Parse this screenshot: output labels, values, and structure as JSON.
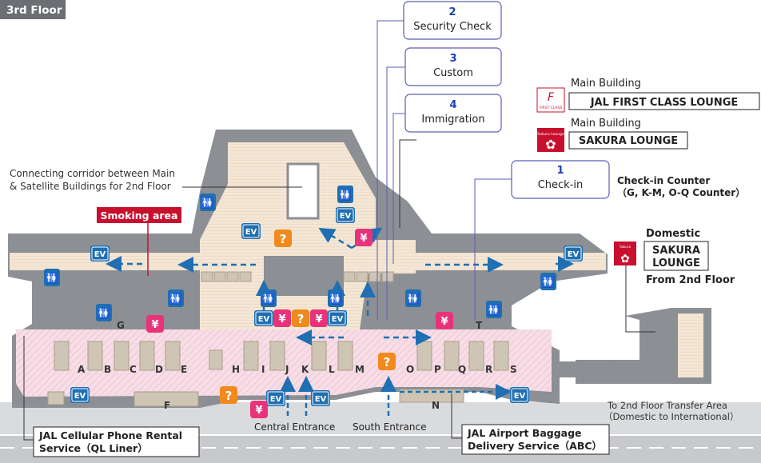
{
  "floor_label": "3rd Floor",
  "steps": [
    {
      "num": "2",
      "label": "Security Check"
    },
    {
      "num": "3",
      "label": "Custom"
    },
    {
      "num": "4",
      "label": "Immigration"
    },
    {
      "num": "1",
      "label": "Check-in"
    }
  ],
  "lounges": {
    "first_class": {
      "building": "Main Building",
      "name": "JAL FIRST CLASS LOUNGE",
      "logo_text": "FIRST CLASS"
    },
    "sakura": {
      "building": "Main Building",
      "name": "SAKURA LOUNGE",
      "logo_text": "Sakura Lounge"
    },
    "domestic_sakura": {
      "title": "Domestic",
      "name_line1": "SAKURA",
      "name_line2": "LOUNGE",
      "note": "From 2nd Floor"
    }
  },
  "checkin_counter": {
    "line1": "Check-in Counter",
    "line2": "（G, K-M, O-Q Counter）"
  },
  "corridor_note": {
    "line1": "Connecting corridor between Main",
    "line2": "& Satellite Buildings for 2nd Floor"
  },
  "smoking_area": "Smoking area",
  "counters": [
    "A",
    "B",
    "C",
    "D",
    "E",
    "H",
    "I",
    "J",
    "K",
    "L",
    "M",
    "O",
    "P",
    "Q",
    "R",
    "S"
  ],
  "counter_g": "G",
  "counter_t": "T",
  "counter_f": "F",
  "counter_n": "N",
  "symbols": {
    "ev": "EV",
    "info": "?",
    "yen": "¥",
    "toilet": "🚻"
  },
  "entrances": {
    "central": "Central Entrance",
    "south": "South Entrance"
  },
  "transfer": {
    "line1": "To 2nd Floor Transfer Area",
    "line2": "（Domestic to International）"
  },
  "services": {
    "cellular": {
      "line1": "JAL Cellular Phone Rental",
      "line2": "Service（QL Liner）"
    },
    "baggage": {
      "line1": "JAL Airport Baggage",
      "line2": "Delivery Service（ABC）"
    }
  },
  "colors": {
    "wall": "#8a8d91",
    "floor": "#f3e6d6",
    "lobby": "#f6dfe6",
    "ev": "#1f6fb2",
    "info": "#f08a1c",
    "yen": "#e8327a",
    "smoking": "#c8102e",
    "step_num": "#1e3fb8"
  }
}
